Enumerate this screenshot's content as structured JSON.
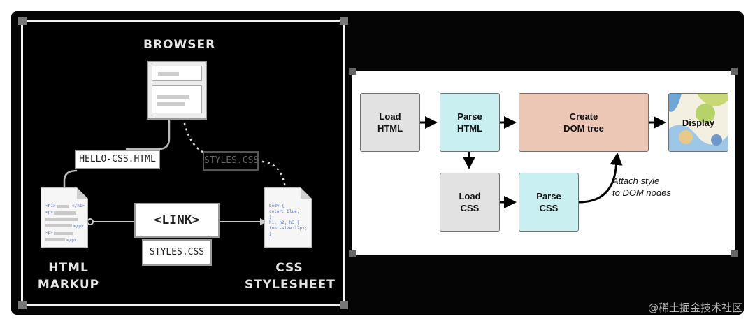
{
  "left": {
    "browser_title": "BROWSER",
    "html_file_label": "HELLO-CSS.HTML",
    "css_file_label": "STYLES.CSS",
    "link_label": "<LINK>",
    "link_file_label": "STYLES.CSS",
    "html_markup_title": [
      "HTML",
      "MARKUP"
    ],
    "css_stylesheet_title": [
      "CSS",
      "STYLESHEET"
    ],
    "html_code": {
      "h1_open": "<h1>",
      "h1_close": "</h1>",
      "p_open": "<p>",
      "p_close": "</p>",
      "p2_open": "<p>",
      "p2_close": "</p>"
    },
    "css_code": [
      "body {",
      "  color: blue;",
      "}",
      "h1, h2, h3 {",
      "  font-size:12px;",
      "}"
    ]
  },
  "right": {
    "nodes": {
      "load_html": [
        "Load",
        "HTML"
      ],
      "parse_html": [
        "Parse",
        "HTML"
      ],
      "create_dom": [
        "Create",
        "DOM tree"
      ],
      "display": "Display",
      "load_css": [
        "Load",
        "CSS"
      ],
      "parse_css": [
        "Parse",
        "CSS"
      ]
    },
    "annotation": [
      "Attach style",
      "to DOM nodes"
    ]
  },
  "watermark": "@稀土掘金技术社区",
  "colors": {
    "node_gray": "#e2e2e2",
    "node_cyan": "#c9eff0",
    "node_peach": "#ecc7b6"
  }
}
